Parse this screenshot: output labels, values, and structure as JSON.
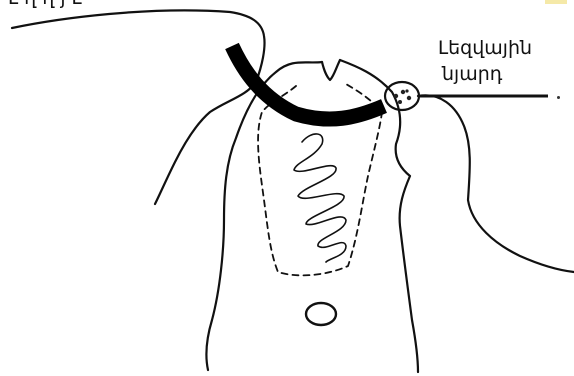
{
  "label": {
    "line1": "Լեզվային",
    "line2": "նյարդ"
  },
  "top_text_clipped": "Լ ղ ղ յ Լ"
}
